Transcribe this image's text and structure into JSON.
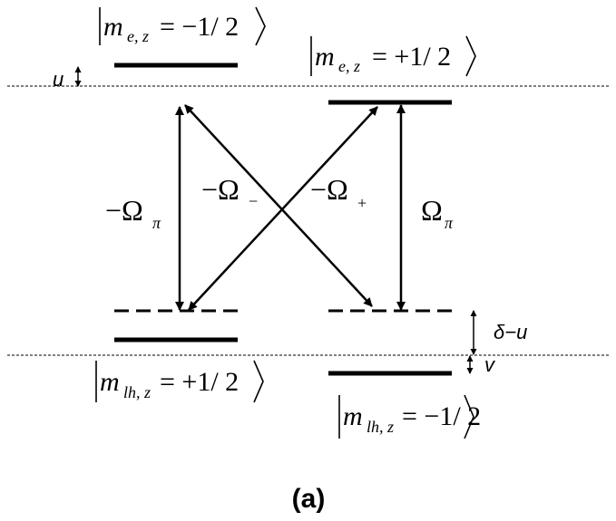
{
  "diagram": {
    "states": {
      "e_minus": {
        "m": "m",
        "sub": "e, z",
        "eq": "= −1/ 2"
      },
      "e_plus": {
        "m": "m",
        "sub": "e, z",
        "eq": "= +1/ 2"
      },
      "lh_plus": {
        "m": "m",
        "sub": "lh, z",
        "eq": "= +1/ 2"
      },
      "lh_minus": {
        "m": "m",
        "sub": "lh, z",
        "eq": "= −1/ 2"
      }
    },
    "transitions": {
      "left_pi": {
        "prefix": "−Ω",
        "sub": "π"
      },
      "minus": {
        "prefix": "−Ω",
        "sub": "−"
      },
      "plus": {
        "prefix": "−Ω",
        "sub": "+"
      },
      "right_pi": {
        "prefix": "Ω",
        "sub": "π"
      }
    },
    "shifts": {
      "u": "u",
      "delta_u": "δ−u",
      "v": "v"
    },
    "caption": "(a)"
  }
}
